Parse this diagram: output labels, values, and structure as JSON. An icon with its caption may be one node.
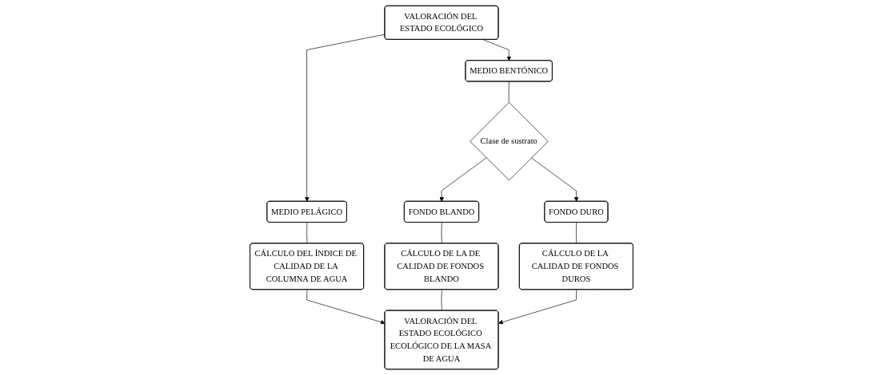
{
  "diagram": {
    "nodes": [
      {
        "text": [
          "VALORACIÓN DEL ESTADO ECOLÓGICO"
        ]
      },
      {
        "text": [
          "MEDIO PELÁGICO"
        ]
      },
      {
        "text": [
          "MEDIO BENTÓNICO"
        ]
      },
      {
        "text": [
          "Clase de sustrato"
        ]
      },
      {
        "text": [
          "FONDO BLANDO"
        ]
      },
      {
        "text": [
          "FONDO DURO"
        ]
      },
      {
        "text": [
          "CÁLCULO DEL ÍNDICE DE CALIDAD DE LA COLUMNA DE AGUA"
        ]
      },
      {
        "text": [
          "CÁLCULO DE LA DE CALIDAD DE FONDOS BLANDO"
        ]
      },
      {
        "text": [
          "CÁLCULO DE LA CALIDAD DE FONDOS DUROS"
        ]
      },
      {
        "text": [
          "VALORACIÓN DEL ESTADO ECOLÓGICO ECOLÓGICO DE LA MASA DE AGUA"
        ]
      }
    ],
    "edges": [
      {
        "from": 0,
        "to": 1,
        "arrow": "to"
      },
      {
        "from": 0,
        "to": 2,
        "arrow": "to"
      },
      {
        "from": 1,
        "to": 6,
        "arrow": "none"
      },
      {
        "from": 2,
        "to": 3,
        "arrow": "none"
      },
      {
        "from": 3,
        "to": 4,
        "arrow": "to"
      },
      {
        "from": 3,
        "to": 5,
        "arrow": "to"
      },
      {
        "from": 4,
        "to": 7,
        "arrow": "none"
      },
      {
        "from": 5,
        "to": 8,
        "arrow": "none"
      },
      {
        "from": 6,
        "to": 9,
        "arrow": "to"
      },
      {
        "from": 7,
        "to": 9,
        "arrow": "none"
      },
      {
        "from": 8,
        "to": 9,
        "arrow": "to"
      }
    ]
  }
}
